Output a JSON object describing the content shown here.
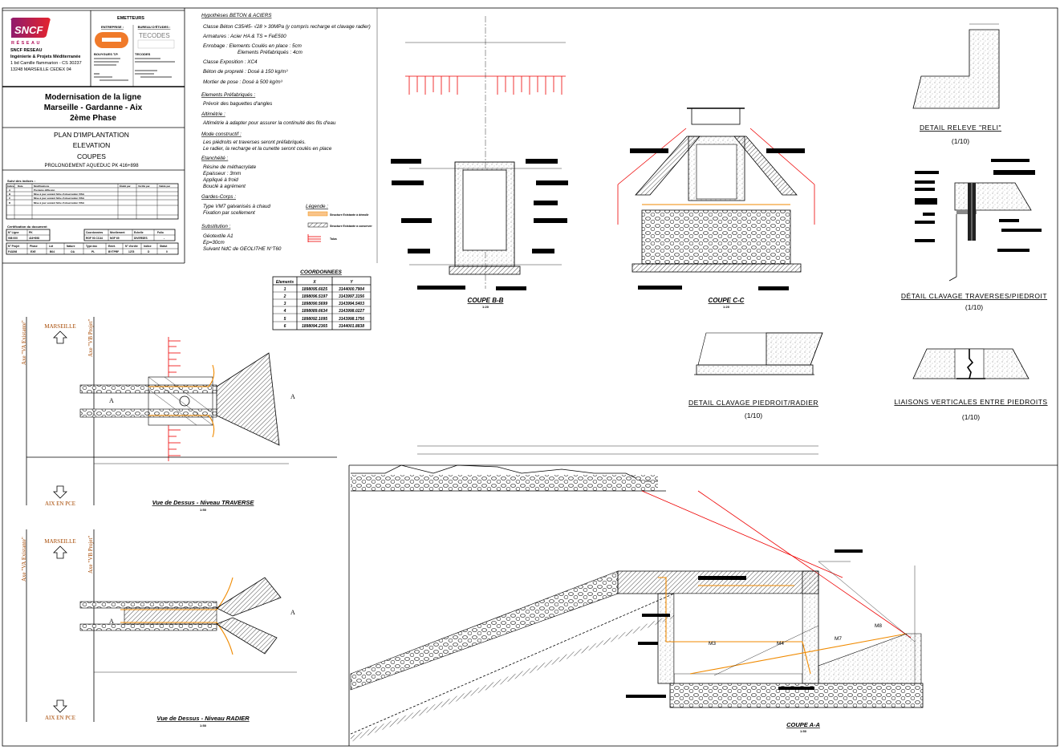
{
  "title_block": {
    "logo": {
      "brand": "SNCF",
      "sub": "RÉSEAU"
    },
    "owner": [
      "SNCF RESEAU",
      "Ingénierie & Projets Méditerranée",
      "1 bd Camille flammarion - CS 30237",
      "13248 MARSEILLE CEDEX 04"
    ],
    "emetteurs_label": "EMETTEURS",
    "entreprise_label": "ENTREPRISE :",
    "bureau_label": "BUREAU D'ÉTUDES :",
    "entreprise_name": "BOUYGUES T.P.",
    "bureau_name": "TECODES",
    "project_title": [
      "Modernisation de la ligne",
      "Marseille - Gardanne - Aix",
      "2ème Phase"
    ],
    "drawing_title": [
      "PLAN D'IMPLANTATION",
      "ELEVATION",
      "COUPES"
    ],
    "drawing_subtitle": "PROLONGEMENT AQUEDUC  PK 416+898",
    "revisions_label": "Suivi des indices :",
    "revision_headers": [
      "Indice",
      "Date",
      "Modifications",
      "Établi par",
      "Vérifié par",
      "Validé par"
    ],
    "revisions": [
      {
        "index": "A",
        "desc": "Première diffusion"
      },
      {
        "index": "B",
        "desc": "Mise à jour suivant fiche d'observation VISA"
      },
      {
        "index": "C",
        "desc": "Mise à jour suivant fiche d'observation VISA"
      },
      {
        "index": "D",
        "desc": "Mise à jour suivant fiche d'observation VISA"
      }
    ],
    "certification_label": "Certification du document",
    "cert_row1_headers": [
      "N° Ligne",
      "PK",
      "Coordonnées",
      "Nivellement",
      "Echelle",
      "Folio"
    ],
    "cert_row1_values": [
      "908 000",
      "416+898",
      "RGF 93 CC44",
      "NGF 69",
      "DIVERSES",
      "-"
    ],
    "cert_row2_headers": [
      "N° Projet",
      "Phase",
      "Lot",
      "Nature",
      "Type doc",
      "Emet.",
      "N° d'ordre",
      "Indice",
      "Statut"
    ],
    "cert_row2_values": [
      "F43298",
      "EXE",
      "B04",
      "OA",
      "PL",
      "BYTPRF",
      "1278",
      "D",
      "0"
    ]
  },
  "notes": {
    "sections": [
      {
        "title": "Hypothèses BETON & ACIERS",
        "items": [
          "Classe Béton C35/45- √28 > 30MPa (y compris recharge et clavage radier)",
          "Armatures : Acier HA & TS = FeE500",
          "Enrobage : Elements Coulés en place : 5cm",
          "Elements Préfabriqués : 4cm",
          "Classe Exposition : XC4",
          "Béton de propreté : Dosé à 150 kg/m³",
          "Mortier de pose : Dosé à 500 kg/m³"
        ]
      },
      {
        "title": "Elements Préfabriqués :",
        "items": [
          "Prévoir des baguettes d'angles"
        ]
      },
      {
        "title": "Altimétrie :",
        "items": [
          "Altimétrie à adapter pour assurer la continuité des fils d'eau"
        ]
      },
      {
        "title": "Mode constructif :",
        "items": [
          "Les piédroits et traverses seront préfabriqués.",
          "Le radier, la recharge et la cunette seront coulés en place"
        ]
      },
      {
        "title": "Etanchéité :",
        "items": [
          "Résine de méthacrylate",
          "Epaisseur : 3mm",
          "Appliqué à froid",
          "Bouclé à agrément"
        ]
      },
      {
        "title": "Gardes-Corps :",
        "items": [
          "Type VM7 galvanisés à chaud",
          "Fixation par scellement"
        ]
      },
      {
        "title": "Substitution :",
        "items": [
          "Géotextile A1",
          "Ep=30cm",
          "Suivant NdC de GEOLITHE N°T60"
        ]
      }
    ],
    "legend": {
      "title": "Légende :",
      "items": [
        "Structure Existante à démolir",
        "Structure Existante à conserver",
        "Talus"
      ]
    }
  },
  "coordinates": {
    "title": "COORDONNEES",
    "headers": [
      "Elements",
      "X",
      "Y"
    ],
    "rows": [
      [
        "1",
        "1898095.6025",
        "3144000.7904"
      ],
      [
        "2",
        "1898096.5197",
        "3143997.3156"
      ],
      [
        "3",
        "1898090.5699",
        "3143994.5403"
      ],
      [
        "4",
        "1898089.6634",
        "3143998.0227"
      ],
      [
        "5",
        "1898092.1095",
        "3143998.1756"
      ],
      [
        "6",
        "1898094.2365",
        "3144001.8838"
      ]
    ]
  },
  "views": {
    "coupe_bb": {
      "title": "COUPE B-B",
      "scale": "1:20"
    },
    "coupe_cc": {
      "title": "COUPE C-C",
      "scale": "1:20"
    },
    "coupe_aa": {
      "title": "COUPE A-A",
      "scale": "1:50",
      "markers": [
        "M3",
        "M4",
        "M7",
        "M8"
      ]
    },
    "plan_traverse": {
      "title": "Vue de Dessus - Niveau TRAVERSE",
      "scale": "1:50"
    },
    "plan_radier": {
      "title": "Vue de Dessus - Niveau RADIER",
      "scale": "1:50"
    },
    "detail_reli": {
      "title": "DETAIL RELEVE \"RELI\"",
      "scale": "(1/10)"
    },
    "detail_clavage_trav": {
      "title": "DÉTAIL CLAVAGE TRAVERSES/PIEDROIT",
      "scale": "(1/10)"
    },
    "detail_clavage_rad": {
      "title": "DETAIL CLAVAGE PIEDROIT/RADIER",
      "scale": "(1/10)"
    },
    "liaisons": {
      "title": "LIAISONS VERTICALES ENTRE PIEDROITS",
      "scale": "(1/10)"
    }
  },
  "plan_labels": {
    "north": "MARSEILLE",
    "south": "AIX EN PCE",
    "axis_existing": "Axe \"VA Existante\"",
    "axis_project": "Axe \"VB Projet\"",
    "section_a": "A"
  },
  "colors": {
    "red": "#e00000",
    "orange": "#f08a00",
    "sncf": "#b0125b"
  }
}
